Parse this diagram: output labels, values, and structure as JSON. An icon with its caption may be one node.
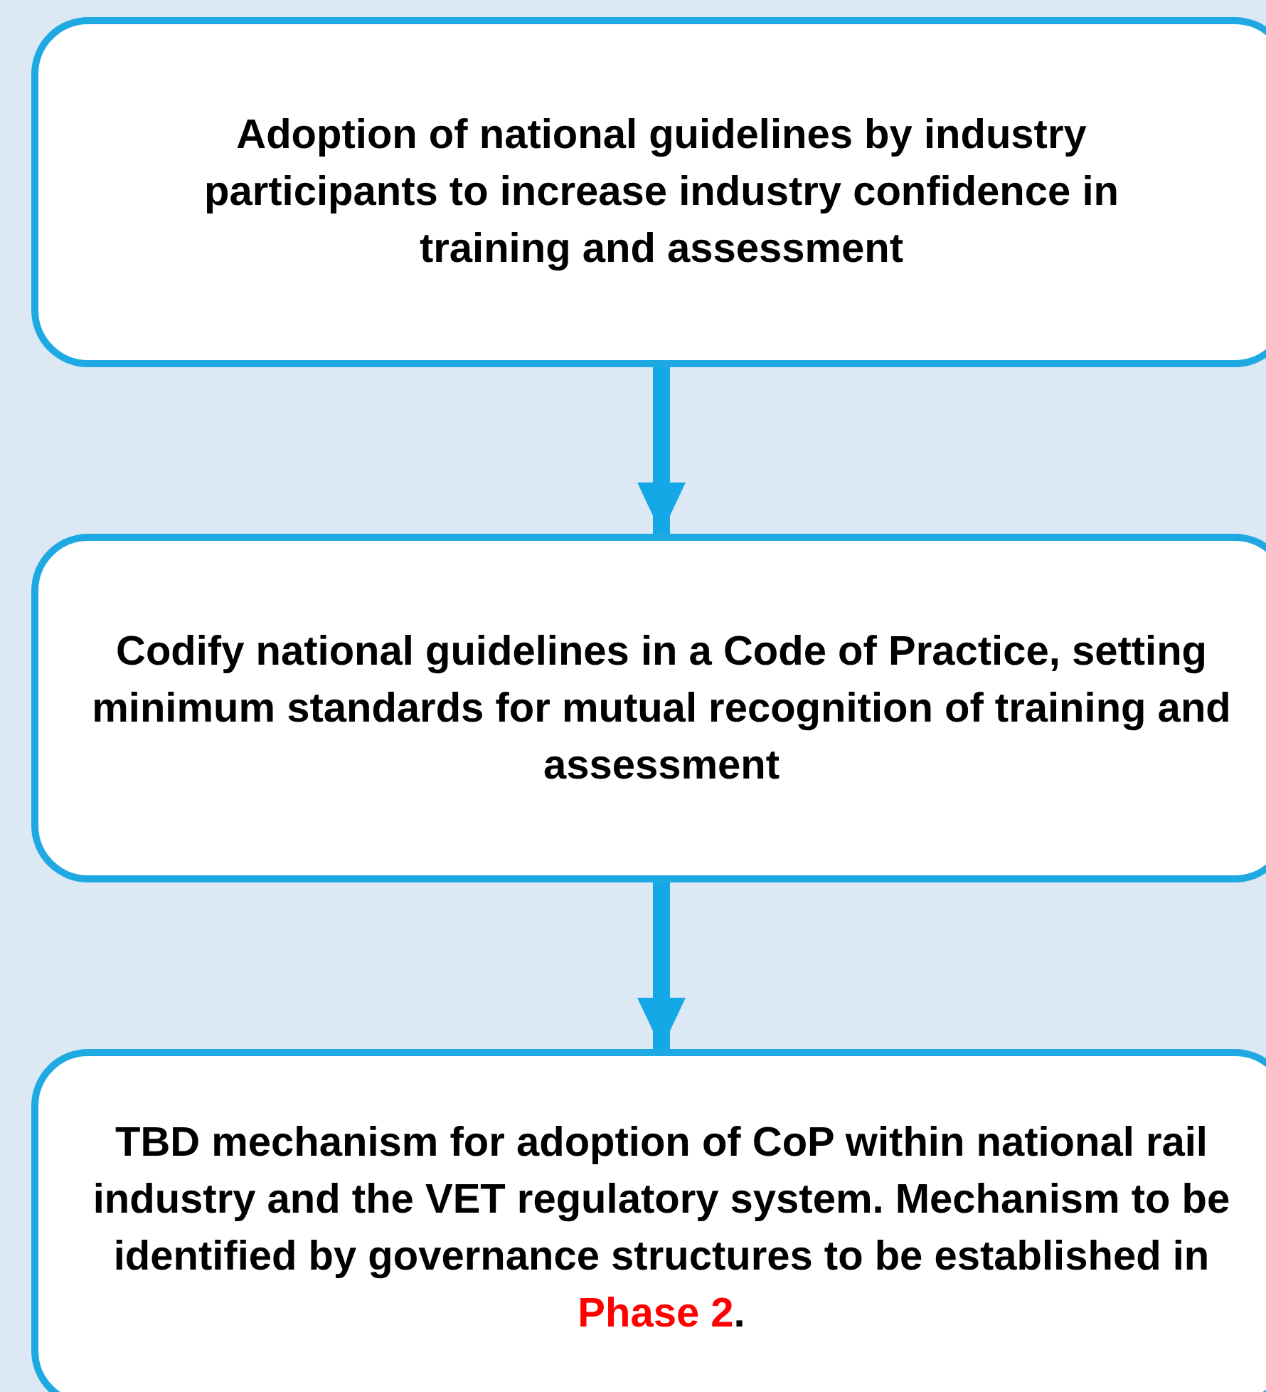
{
  "diagram": {
    "nodes": [
      {
        "text": [
          "Adoption of national guidelines by industry participants to increase industry confidence in training and assessment"
        ]
      },
      {
        "text": [
          "Codify national guidelines in a Code of Practice, setting minimum standards for mutual recognition of training and assessment"
        ]
      },
      {
        "text": [
          "TBD mechanism for adoption of CoP within national rail industry and the VET regulatory system. Mechanism to be identified by governance structures to be established in *Phase 2*."
        ]
      }
    ],
    "edges": [
      {
        "from": 0,
        "to": 1,
        "arrow": "to"
      },
      {
        "from": 1,
        "to": 2,
        "arrow": "to"
      }
    ]
  }
}
